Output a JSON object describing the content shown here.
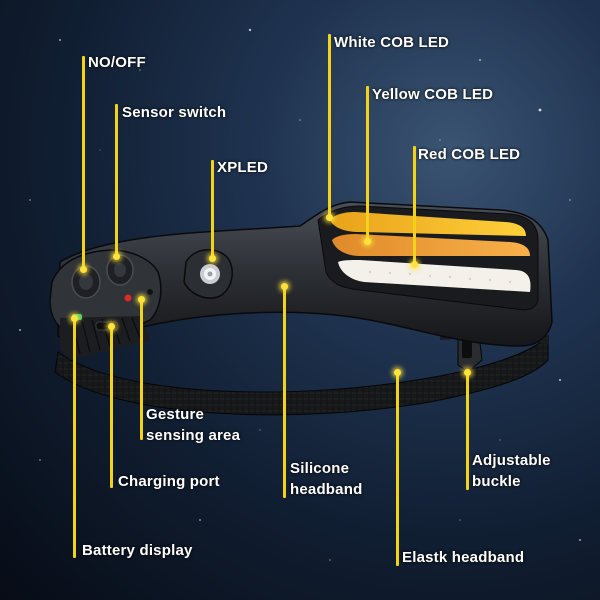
{
  "labels": {
    "power": "NO/OFF",
    "sensor": "Sensor switch",
    "xpled": "XPLED",
    "white_cob": "White COB LED",
    "yellow_cob": "Yellow COB LED",
    "red_cob": "Red COB LED",
    "gesture_line1": "Gesture",
    "gesture_line2": "sensing area",
    "charging": "Charging port",
    "silicone_line1": "Silicone",
    "silicone_line2": "headband",
    "buckle_line1": "Adjustable",
    "buckle_line2": "buckle",
    "battery": "Battery display",
    "elastic": "Elastk headband"
  },
  "colors": {
    "background": "#0b1424",
    "leader_line": "#f3d21a",
    "marker_dot": "#ffe23a",
    "label_text": "#ffffff",
    "white_cob": "#f4f0ea",
    "yellow_cob": "#ffcb1c",
    "red_cob_emitter": "#f6a53a",
    "housing": "#2c2f34",
    "strap": "#17181a"
  }
}
